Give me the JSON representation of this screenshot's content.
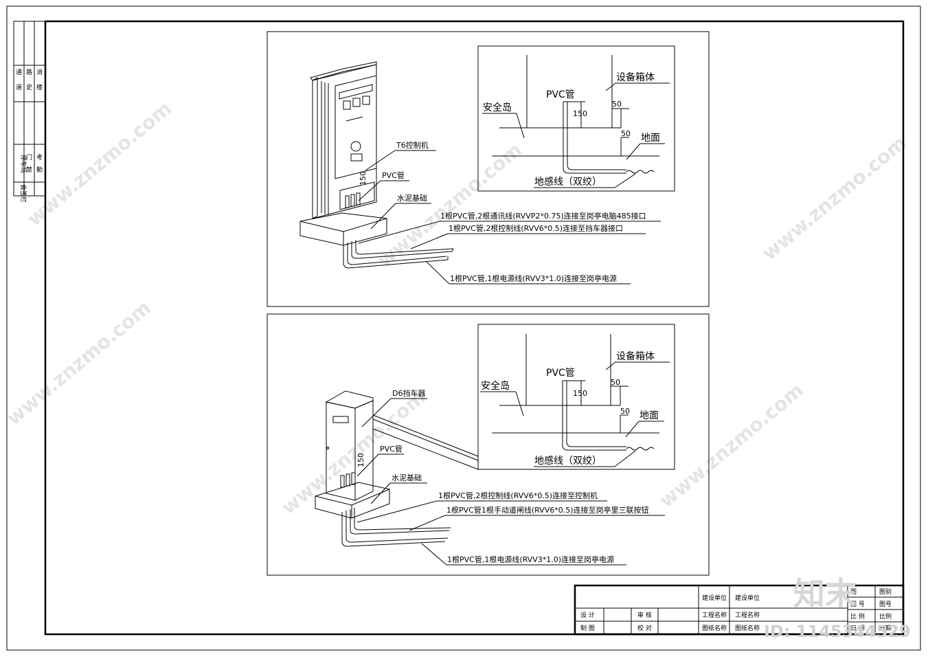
{
  "side_strip": {
    "col1": [
      "通",
      "道",
      "路",
      "史",
      "消",
      "楼"
    ],
    "col2": [
      "停车场",
      "门",
      "禁",
      "考",
      "勤"
    ],
    "col3": [
      "会签栏"
    ]
  },
  "top_detail": {
    "device_label": "T6控制机",
    "pvc_label": "PVC管",
    "pvc_dim": "150",
    "base_label": "水泥基础",
    "cable1": "1根PVC管,2根通讯线(RVVP2*0.75)连接至岗亭电脑485接口",
    "cable2": "1根PVC管,2根控制线(RVV6*0.5)连接至挡车器接口",
    "cable3": "1根PVC管,1根电源线(RVV3*1.0)连接至岗亭电源",
    "inset": {
      "cabinet": "设备箱体",
      "pvc": "PVC管",
      "island": "安全岛",
      "ground": "地面",
      "loop": "地感线（双绞）",
      "d150": "150",
      "d50a": "50",
      "d50b": "50"
    }
  },
  "bottom_detail": {
    "device_label": "D6挡车器",
    "pvc_label": "PVC管",
    "pvc_dim": "150",
    "base_label": "水泥基础",
    "cable1": "1根PVC管,2根控制线(RVV6*0.5)连接至控制机",
    "cable2": "1根PVC管1根手动道闸线(RVV6*0.5)连接至岗亭里三联按钮",
    "cable3": "1根PVC管,1根电源线(RVV3*1.0)连接至岗亭电源",
    "inset": {
      "cabinet": "设备箱体",
      "pvc": "PVC管",
      "island": "安全岛",
      "ground": "地面",
      "loop": "地感线（双绞）",
      "d150": "150",
      "d50a": "50",
      "d50b": "50"
    }
  },
  "title_block": {
    "client_label": "建设单位",
    "client_value": "建设单位",
    "project_label": "工程名称",
    "project_value": "工程名称",
    "drawing_label": "图纸名称",
    "drawing_value": "图纸名称",
    "design": "设 计",
    "draw": "制 图",
    "review": "审 核",
    "check": "校 对",
    "r1a": "图",
    "r1b": "图别",
    "r2a": "图 号",
    "r2b": "图号",
    "r3a": "比 例",
    "r3b": "比例",
    "r4a": "日 期",
    "r4b": "日期"
  },
  "watermark": {
    "site": "www.znzmo.com",
    "logo": "知末",
    "id_text": "ID: 1145344529"
  }
}
